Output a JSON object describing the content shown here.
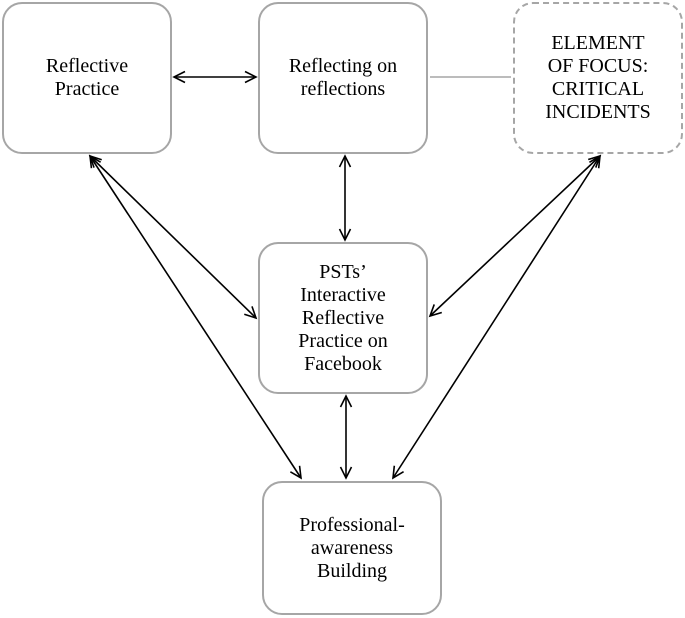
{
  "diagram": {
    "nodes": {
      "reflective_practice": {
        "line1": "Reflective",
        "line2": "Practice"
      },
      "reflecting_on_reflections": {
        "line1": "Reflecting on",
        "line2": "reflections"
      },
      "element_of_focus": {
        "line1": "ELEMENT",
        "line2": "OF FOCUS:",
        "line3": "CRITICAL",
        "line4": "INCIDENTS"
      },
      "pst_interactive": {
        "line1": "PSTs’",
        "line2": "Interactive",
        "line3": "Reflective",
        "line4": "Practice on",
        "line5": "Facebook"
      },
      "professional_awareness": {
        "line1": "Professional-",
        "line2": "awareness",
        "line3": "Building"
      }
    },
    "edges": [
      {
        "from": "reflective_practice",
        "to": "reflecting_on_reflections",
        "style": "double-arrow"
      },
      {
        "from": "reflecting_on_reflections",
        "to": "element_of_focus",
        "style": "plain-line"
      },
      {
        "from": "reflecting_on_reflections",
        "to": "pst_interactive",
        "style": "double-arrow"
      },
      {
        "from": "reflective_practice",
        "to": "pst_interactive",
        "style": "double-arrow"
      },
      {
        "from": "reflective_practice",
        "to": "professional_awareness",
        "style": "double-arrow"
      },
      {
        "from": "element_of_focus",
        "to": "pst_interactive",
        "style": "double-arrow"
      },
      {
        "from": "element_of_focus",
        "to": "professional_awareness",
        "style": "double-arrow"
      },
      {
        "from": "pst_interactive",
        "to": "professional_awareness",
        "style": "double-arrow"
      }
    ],
    "colors": {
      "box_border": "#a6a6a6",
      "connector": "#000000",
      "plain_line": "#a6a6a6",
      "text": "#000000"
    }
  }
}
